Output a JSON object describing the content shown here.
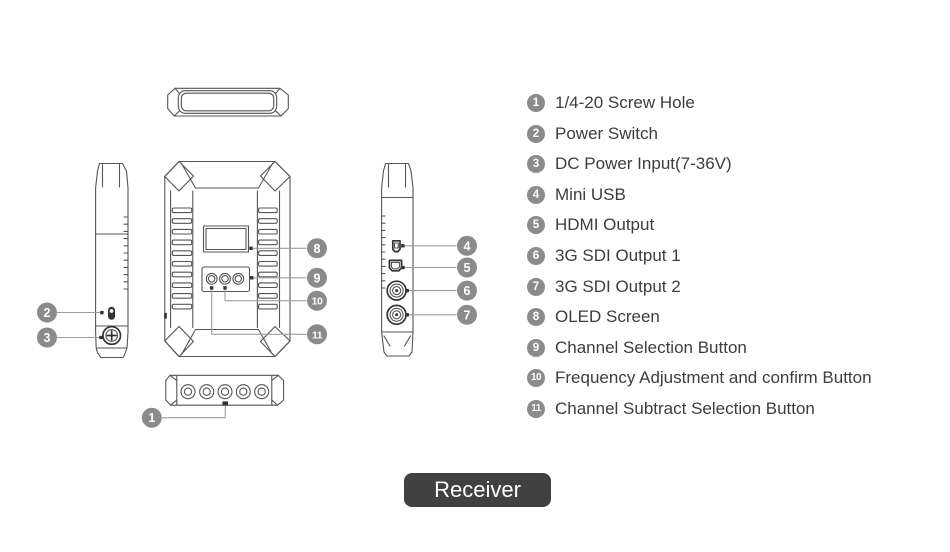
{
  "colors": {
    "page_bg": "#ffffff",
    "badge": "#8b8b8b",
    "legend_text": "#3d3d3d",
    "line_art": "#555555",
    "line_dark": "#333333",
    "leader": "#9e9e9e",
    "receiver_bg": "#414141",
    "receiver_text": "#ffffff"
  },
  "legend": {
    "items": [
      {
        "number": "1",
        "label": "1/4-20 Screw Hole"
      },
      {
        "number": "2",
        "label": "Power Switch"
      },
      {
        "number": "3",
        "label": "DC Power Input(7-36V)"
      },
      {
        "number": "4",
        "label": "Mini USB"
      },
      {
        "number": "5",
        "label": "HDMI Output"
      },
      {
        "number": "6",
        "label": "3G SDI Output 1"
      },
      {
        "number": "7",
        "label": "3G SDI Output 2"
      },
      {
        "number": "8",
        "label": "OLED Screen"
      },
      {
        "number": "9",
        "label": "Channel Selection Button"
      },
      {
        "number": "10",
        "label": "Frequency Adjustment and confirm Button"
      },
      {
        "number": "11",
        "label": "Channel Subtract Selection Button"
      }
    ]
  },
  "footer": {
    "receiver_label": "Receiver"
  }
}
